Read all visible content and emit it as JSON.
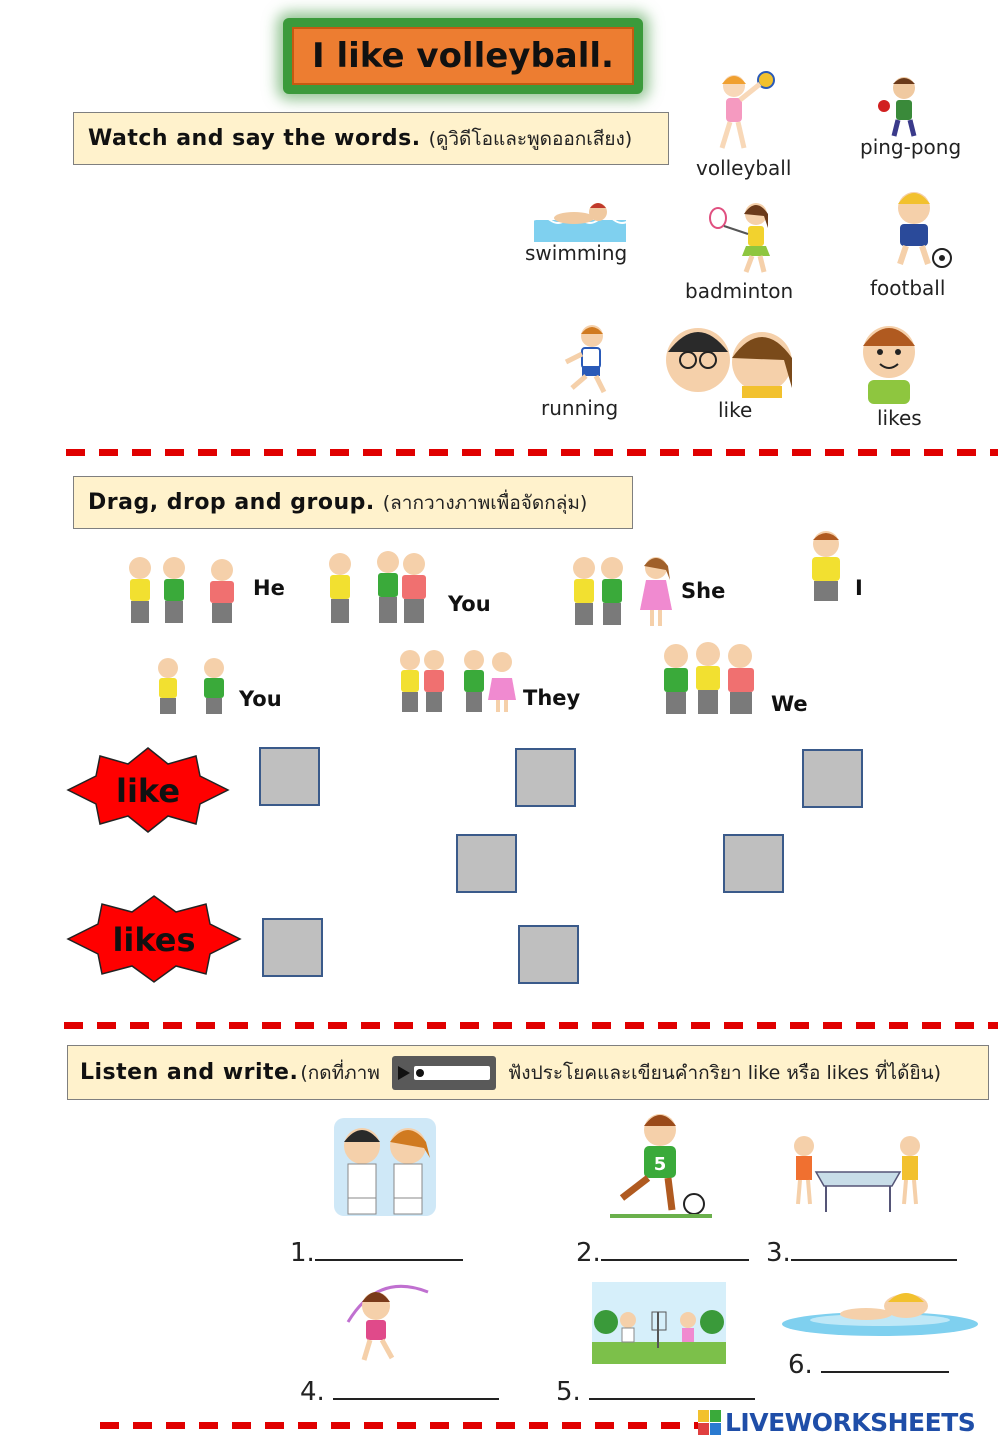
{
  "title": "I like volleyball.",
  "section1": {
    "heading": "Watch and say the words.",
    "heading_thai": "(ดูวิดีโอและพูดออกเสียง)",
    "words": {
      "volleyball": "volleyball",
      "pingpong": "ping-pong",
      "swimming": "swimming",
      "badminton": "badminton",
      "football": "football",
      "running": "running",
      "like": "like",
      "likes": "likes"
    }
  },
  "section2": {
    "heading": "Drag, drop and group.",
    "heading_thai": "(ลากวางภาพเพื่อจัดกลุ่ม)",
    "pronouns": {
      "he": "He",
      "you1": "You",
      "she": "She",
      "i": "I",
      "you2": "You",
      "they": "They",
      "we": "We"
    },
    "like_label": "like",
    "likes_label": "likes"
  },
  "section3": {
    "heading": "Listen and write.",
    "heading_thai_a": "(กดที่ภาพ",
    "heading_thai_b": "ฟังประโยคและเขียนคำกริยา like หรือ likes ที่ได้ยิน)",
    "items": {
      "n1": "1.",
      "n2": "2.",
      "n3": "3.",
      "n4": "4.",
      "n5": "5.",
      "n6": "6."
    }
  },
  "watermark": "LIVEWORKSHEETS",
  "colors": {
    "accent_orange": "#ed7d31",
    "title_glow": "#3b9a3b",
    "box_yellow": "#fff2cc",
    "dash_red": "#e00000",
    "star_red": "#ff0000",
    "drop_gray": "#bfbfbf",
    "watermark_blue": "#1f4ea8"
  }
}
